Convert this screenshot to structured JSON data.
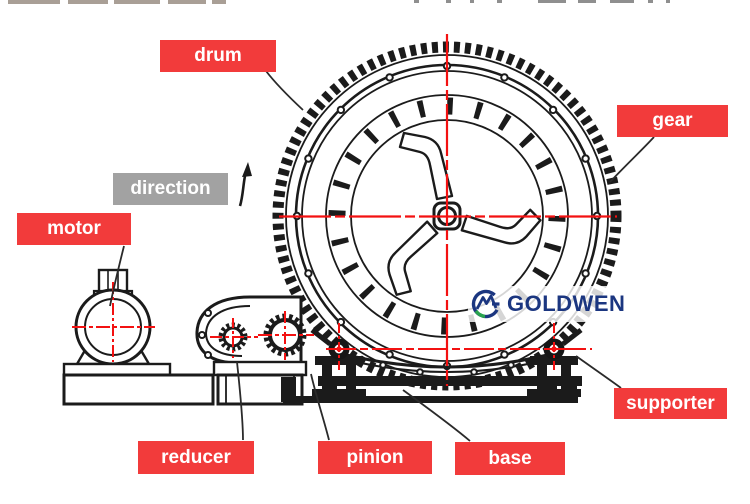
{
  "labels": {
    "drum": "drum",
    "gear": "gear",
    "direction": "direction",
    "motor": "motor",
    "reducer": "reducer",
    "pinion": "pinion",
    "base": "base",
    "supporter": "supporter"
  },
  "logo": {
    "text": "GOLDWEN"
  },
  "colors": {
    "label_red": "#f23b3b",
    "label_gray": "#a2a2a2",
    "centerline_red": "#f31111",
    "drawing_black": "#1b1b1b",
    "logo_navy": "#1b3680",
    "logo_green": "#2aa34f"
  }
}
